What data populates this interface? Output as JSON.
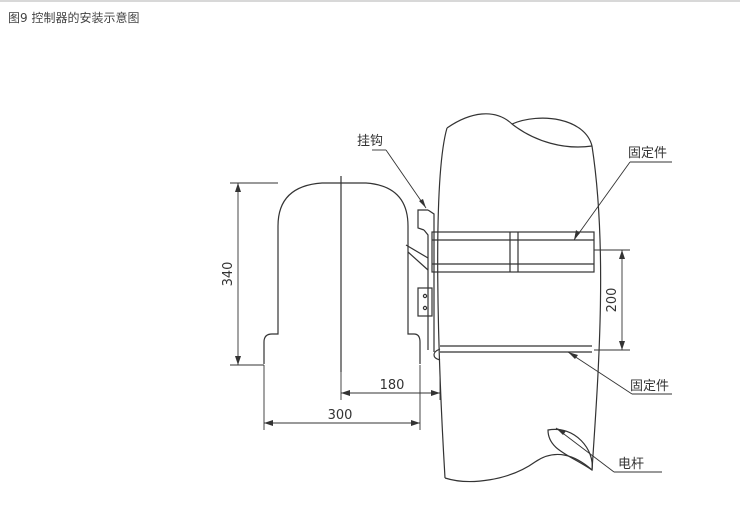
{
  "caption": "图9  控制器的安装示意图",
  "labels": {
    "hook": "挂钩",
    "fixture_top": "固定件",
    "fixture_bottom": "固定件",
    "pole": "电杆"
  },
  "dimensions": {
    "height": "340",
    "clamp_spacing": "200",
    "offset": "180",
    "width": "300"
  }
}
